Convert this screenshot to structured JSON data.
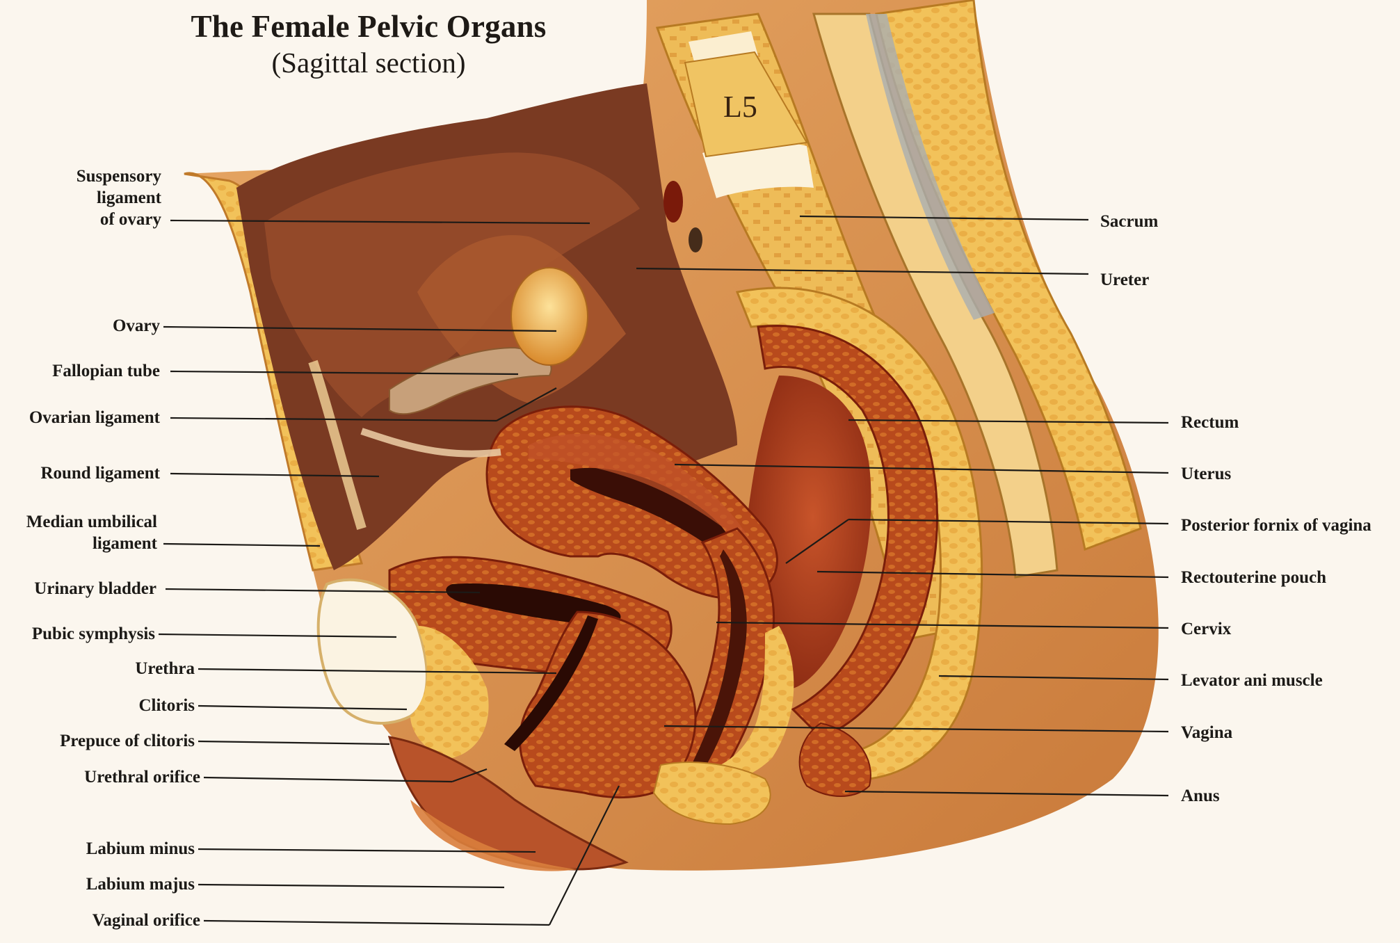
{
  "title": "The Female Pelvic Organs",
  "subtitle": "(Sagittal section)",
  "vertebra_label": "L5",
  "labels": {
    "suspensory_ligament_of_ovary": "Suspensory\nligament\nof ovary",
    "ovary": "Ovary",
    "fallopian_tube": "Fallopian tube",
    "ovarian_ligament": "Ovarian ligament",
    "round_ligament": "Round ligament",
    "median_umbilical_ligament": "Median umbilical\nligament",
    "urinary_bladder": "Urinary bladder",
    "pubic_symphysis": "Pubic symphysis",
    "urethra": "Urethra",
    "clitoris": "Clitoris",
    "prepuce_of_clitoris": "Prepuce of clitoris",
    "urethral_orifice": "Urethral orifice",
    "labium_minus": "Labium minus",
    "labium_majus": "Labium majus",
    "vaginal_orifice": "Vaginal orifice",
    "sacrum": "Sacrum",
    "ureter": "Ureter",
    "rectum": "Rectum",
    "uterus": "Uterus",
    "posterior_fornix_of_vagina": "Posterior fornix of vagina",
    "rectouterine_pouch": "Rectouterine pouch",
    "cervix": "Cervix",
    "levator_ani_muscle": "Levator ani muscle",
    "vagina": "Vagina",
    "anus": "Anus"
  },
  "colors": {
    "background": "#fbf6ee",
    "skin": "#e3a15c",
    "fat": "#f2c25a",
    "muscle": "#b63c1c",
    "dark_muscle": "#8e2812",
    "bone": "#f6dca0",
    "cavity": "#7a3a22",
    "leader_line": "#1c1a17"
  }
}
